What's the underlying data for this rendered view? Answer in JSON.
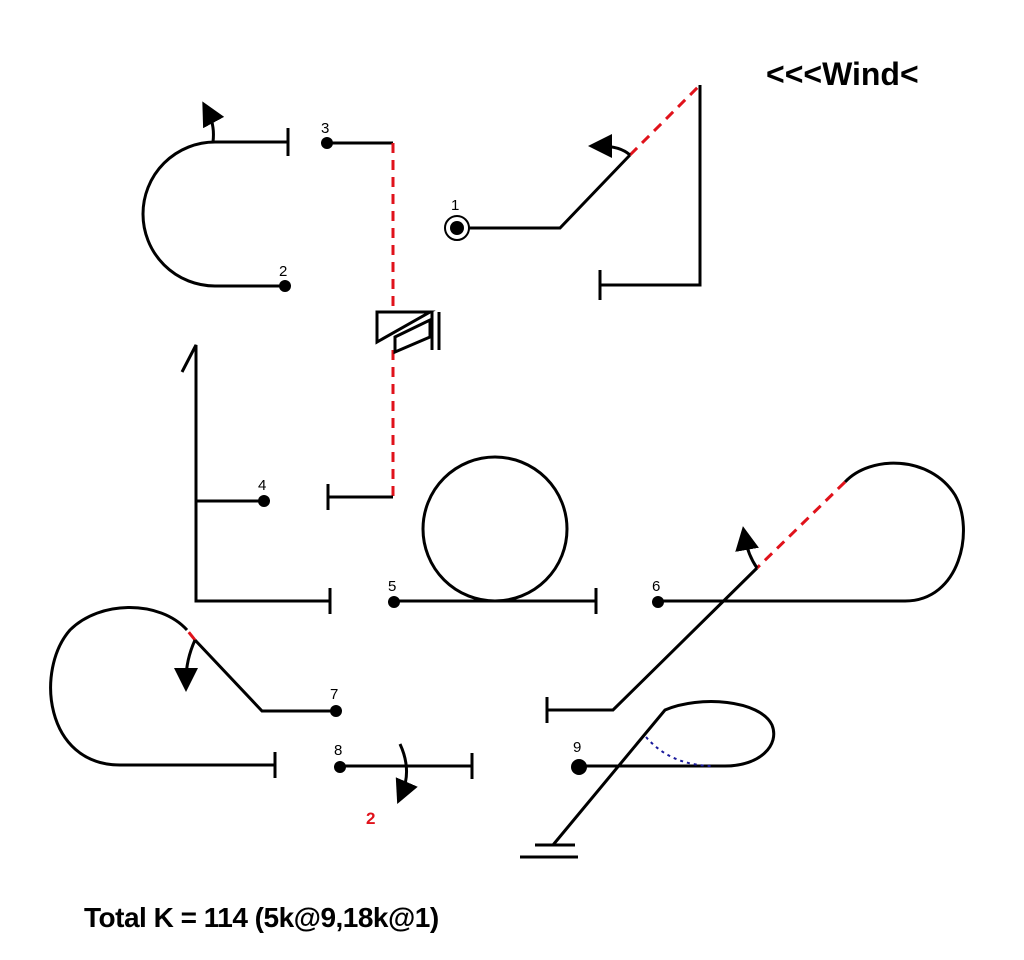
{
  "wind_label": "<<<Wind<",
  "total_k": "Total K = 114 (5k@9,18k@1)",
  "figures": [
    {
      "number": "1"
    },
    {
      "number": "2"
    },
    {
      "number": "3"
    },
    {
      "number": "4"
    },
    {
      "number": "5"
    },
    {
      "number": "6"
    },
    {
      "number": "7"
    },
    {
      "number": "8"
    },
    {
      "number": "9"
    }
  ],
  "roll_annotation": "2",
  "colors": {
    "line": "#000000",
    "negative": "#e0121b",
    "crossover": "#1a1a9c"
  }
}
